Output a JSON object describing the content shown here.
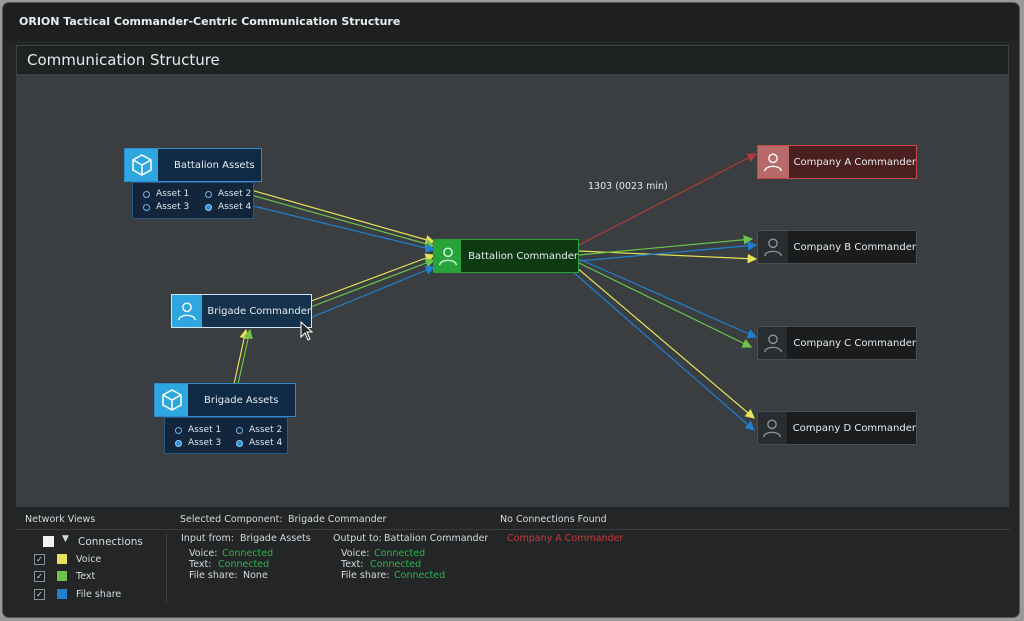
{
  "window": {
    "title": "ORION Tactical Commander-Centric Communication Structure"
  },
  "section": {
    "title": "Communication Structure"
  },
  "colors": {
    "voice": "#e6e25a",
    "text": "#6cc24a",
    "fileshare": "#1f7fd0",
    "alert": "#b23a3a"
  },
  "graph": {
    "edge_label": "1303 (0023 min)",
    "nodes": {
      "battalion_assets": {
        "label": "Battalion Assets",
        "assets": [
          {
            "label": "Asset 1",
            "selected": false
          },
          {
            "label": "Asset 2",
            "selected": false
          },
          {
            "label": "Asset 3",
            "selected": false
          },
          {
            "label": "Asset 4",
            "selected": true
          }
        ]
      },
      "brigade_commander": {
        "label": "Brigade Commander"
      },
      "brigade_assets": {
        "label": "Brigade Assets",
        "assets": [
          {
            "label": "Asset 1",
            "selected": false
          },
          {
            "label": "Asset 2",
            "selected": false
          },
          {
            "label": "Asset 3",
            "selected": true
          },
          {
            "label": "Asset 4",
            "selected": true
          }
        ]
      },
      "battalion_commander": {
        "label": "Battalion Commander"
      },
      "company_a": {
        "label": "Company A Commander"
      },
      "company_b": {
        "label": "Company B Commander"
      },
      "company_c": {
        "label": "Company C Commander"
      },
      "company_d": {
        "label": "Company D Commander"
      }
    }
  },
  "bottom": {
    "network_views": "Network Views",
    "connections": {
      "header": "Connections",
      "items": [
        {
          "label": "Voice",
          "checked": true
        },
        {
          "label": "Text",
          "checked": true
        },
        {
          "label": "File share",
          "checked": true
        }
      ]
    },
    "selected_prefix": "Selected Component:",
    "selected_value": "Brigade Commander",
    "no_connections": "No Connections Found",
    "input_prefix": "Input from:",
    "input_value": "Brigade Assets",
    "input_voice_label": "Voice:",
    "input_voice_value": "Connected",
    "input_text_label": "Text:",
    "input_text_value": "Connected",
    "input_file_label": "File share:",
    "input_file_value": "None",
    "output_prefix": "Output to:",
    "output_value": "Battalion Commander",
    "output_voice_label": "Voice:",
    "output_voice_value": "Connected",
    "output_text_label": "Text:",
    "output_text_value": "Connected",
    "output_file_label": "File share:",
    "output_file_value": "Connected",
    "alert_target": "Company A Commander"
  }
}
